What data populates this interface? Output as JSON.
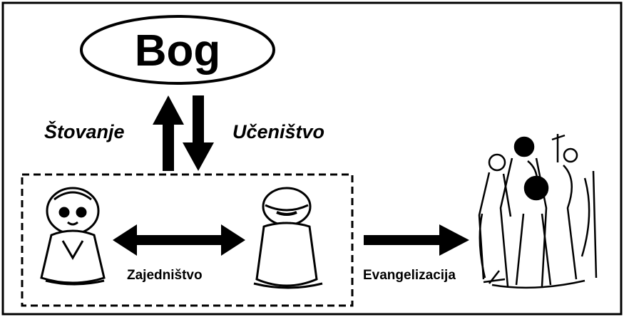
{
  "diagram": {
    "god_label": "Bog",
    "worship_label": "Štovanje",
    "discipleship_label": "Učeništvo",
    "fellowship_label": "Zajedništvo",
    "evangelism_label": "Evangelizacija"
  },
  "icons": {
    "person_left": "praying-person-icon",
    "person_right": "kneeling-person-icon",
    "crowd": "crowd-of-people-icon"
  },
  "colors": {
    "ink": "#000000",
    "background": "#ffffff"
  }
}
